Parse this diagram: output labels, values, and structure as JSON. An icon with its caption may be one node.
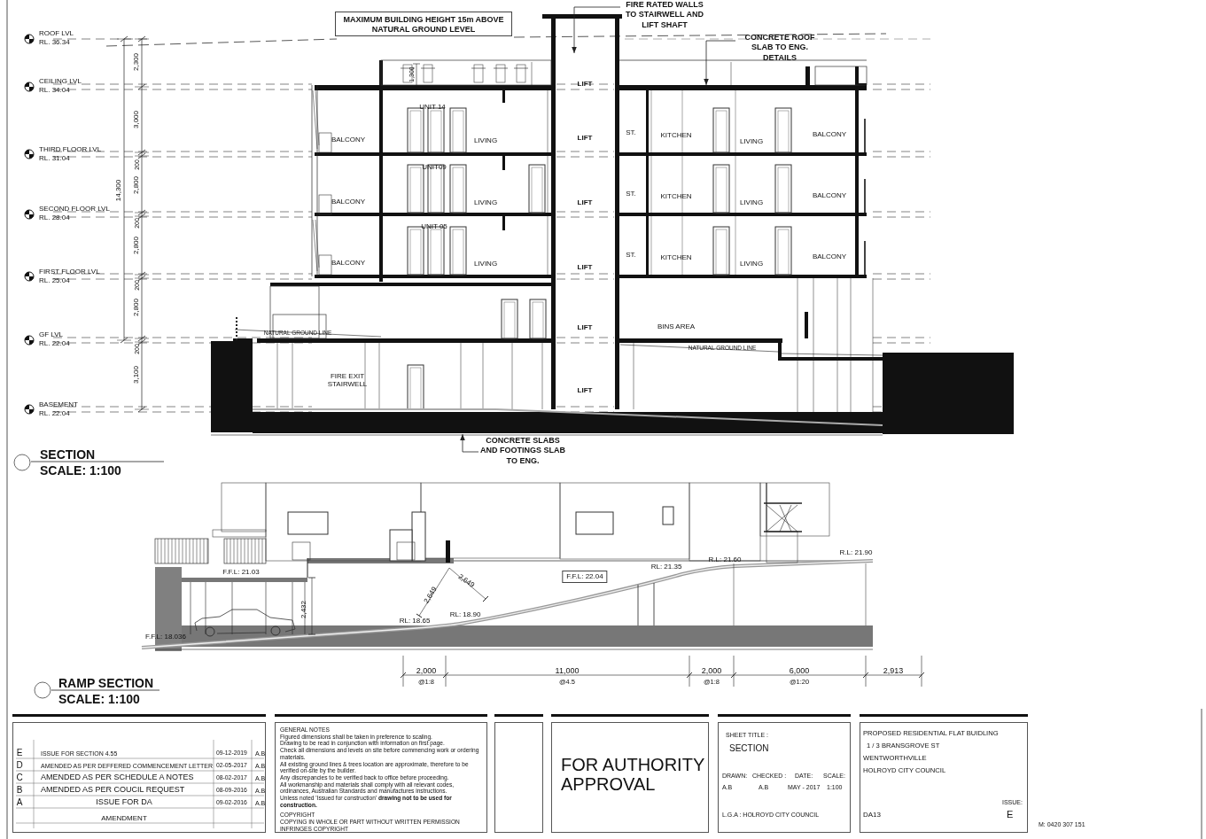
{
  "diagram": {
    "nodes": [
      {
        "text": [
          "MAXIMUM BUILDING HEIGHT 15m ABOVE NATURAL GROUND LEVEL"
        ]
      },
      {
        "text": [
          "FIRE RATED WALLS TO STAIRWELL AND LIFT SHAFT"
        ]
      },
      {
        "text": [
          "CONCRETE ROOF SLAB TO ENG. DETAILS"
        ]
      },
      {
        "text": [
          "CONCRETE SLABS AND FOOTINGS SLAB TO ENG."
        ]
      },
      {
        "text": [
          "E",
          "ISSUE FOR SECTION 4.55",
          "09-12-2019",
          "A.B",
          "D",
          "AMENDED AS PER DEFFERED COMMENCEMENT LETTER",
          "02-05-2017",
          "A.B",
          "C",
          "AMENDED AS PER SCHEDULE A NOTES",
          "08-02-2017",
          "A.B",
          "B",
          "AMENDED AS PER COUCIL REQUEST",
          "08-09-2016",
          "A.B",
          "A",
          "ISSUE FOR DA",
          "09-02-2016",
          "A.B",
          "AMENDMENT"
        ]
      },
      {
        "text": [
          "GENERAL NOTES",
          "Figured dimensions shall be taken in preference to scaling.",
          "Drawing to be read in conjunction with information on first page.",
          "Check all dimensions and levels on site before commencing work or ordering materials.",
          "All existing ground lines & trees location are approximate, therefore to be verified on-site by the builder.",
          "Any discrepancies to be verified back to office before proceeding.",
          "All workmanship and materials shall comply with all relevant codes, ordinances, Australian Standards and manufactures instructions.",
          "Unless noted 'Issued for construction' **drawing not to be used for construction.**",
          "COPYRIGHT",
          "COPYING IN WHOLE OR PART WITHOUT WRITTEN PERMISSION INFRINGES COPYRIGHT"
        ]
      },
      {
        "text": [],
        "shape": "box"
      },
      {
        "text": [
          "FOR AUTHORITY APPROVAL"
        ]
      },
      {
        "text": [
          "SHEET TITLE :",
          "SECTION",
          "DRAWN:",
          "CHECKED :",
          "DATE:",
          "SCALE:",
          "A.B",
          "A.B",
          "MAY - 2017",
          "1:100",
          "L.G.A : HOLROYD CITY COUNCIL"
        ]
      },
      {
        "text": [
          "PROPOSED RESIDENTIAL FLAT BUIDLING",
          "1 / 3 BRANSGROVE ST",
          "WENTWORTHVILLE",
          "HOLROYD CITY COUNCIL",
          "DA13",
          "ISSUE:",
          "E"
        ]
      }
    ],
    "edges": [
      {
        "from": 1,
        "to": null,
        "arrow": "to"
      },
      {
        "from": 2,
        "to": null,
        "arrow": "to"
      },
      {
        "from": 3,
        "to": null,
        "arrow": "to"
      }
    ],
    "labels": [
      "ROOF LVL",
      "RL. 36.34",
      "CEILING LVL",
      "RL. 34.04",
      "THIRD FLOOR LVL",
      "RL. 31.04",
      "SECOND FLOOR LVL",
      "RL. 28.04",
      "FIRST FLOOR LVL",
      "RL. 25.04",
      "GF LVL",
      "RL. 22.04",
      "BASEMENT",
      "RL. 22.04",
      "2,300",
      "3,000",
      "200",
      "2,800",
      "200",
      "2,800",
      "200",
      "2,800",
      "200",
      "3,100",
      "14,300",
      "1,300",
      "BALCONY",
      "UNIT 14",
      "LIVING",
      "LIFT",
      "LIFT",
      "ST.",
      "KITCHEN",
      "LIVING",
      "BALCONY",
      "BALCONY",
      "UNIT09",
      "LIVING",
      "LIFT",
      "ST.",
      "KITCHEN",
      "LIVING",
      "BALCONY",
      "BALCONY",
      "UNIT 05",
      "LIVING",
      "LIFT",
      "ST.",
      "KITCHEN",
      "LIVING",
      "BALCONY",
      "NATURAL GROUND LINE",
      "LIFT",
      "BINS AREA",
      "NATURAL GROUND LINE",
      "FIRE EXIT STAIRWELL",
      "LIFT",
      "SECTION",
      "SCALE: 1:100",
      "R.L: 21.90",
      "R.L: 21.60",
      "RL: 21.35",
      "F.F.L: 21.03",
      "F.F.L: 22.04",
      "2,649",
      "2,649",
      "2,432",
      "RL: 18.90",
      "RL: 18.65",
      "F.F.L: 18.036",
      "2,000",
      "11,000",
      "2,000",
      "6,000",
      "2,913",
      "@1:8",
      "@4.5",
      "@1:8",
      "@1:20",
      "RAMP SECTION",
      "SCALE: 1:100",
      "M: 0420 307 151"
    ]
  }
}
